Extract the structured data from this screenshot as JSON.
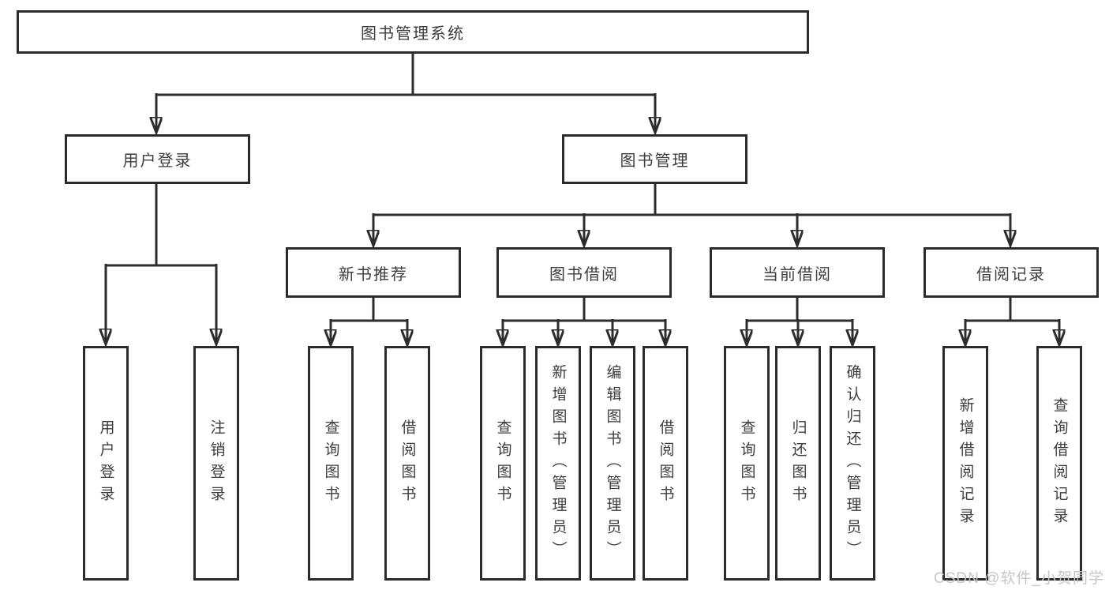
{
  "diagram": {
    "root": {
      "label": "图书管理系统"
    },
    "user_login": {
      "label": "用户登录",
      "children": [
        {
          "label": "用户登录"
        },
        {
          "label": "注销登录"
        }
      ]
    },
    "book_manage": {
      "label": "图书管理",
      "sections": [
        {
          "label": "新书推荐",
          "children": [
            {
              "label": "查询图书"
            },
            {
              "label": "借阅图书"
            }
          ]
        },
        {
          "label": "图书借阅",
          "children": [
            {
              "label": "查询图书"
            },
            {
              "label": "新增图书（管理员）"
            },
            {
              "label": "编辑图书（管理员）"
            },
            {
              "label": "借阅图书"
            }
          ]
        },
        {
          "label": "当前借阅",
          "children": [
            {
              "label": "查询图书"
            },
            {
              "label": "归还图书"
            },
            {
              "label": "确认归还（管理员）"
            }
          ]
        },
        {
          "label": "借阅记录",
          "children": [
            {
              "label": "新增借阅记录"
            },
            {
              "label": "查询借阅记录"
            }
          ]
        }
      ]
    }
  },
  "watermark": {
    "text": "CSDN @软件_小贺同学"
  },
  "colors": {
    "line": "#2d2d2d",
    "border": "#2b2b2b",
    "text": "#3d3d3d",
    "background": "#ffffff",
    "watermark": "#c6c6c6"
  }
}
